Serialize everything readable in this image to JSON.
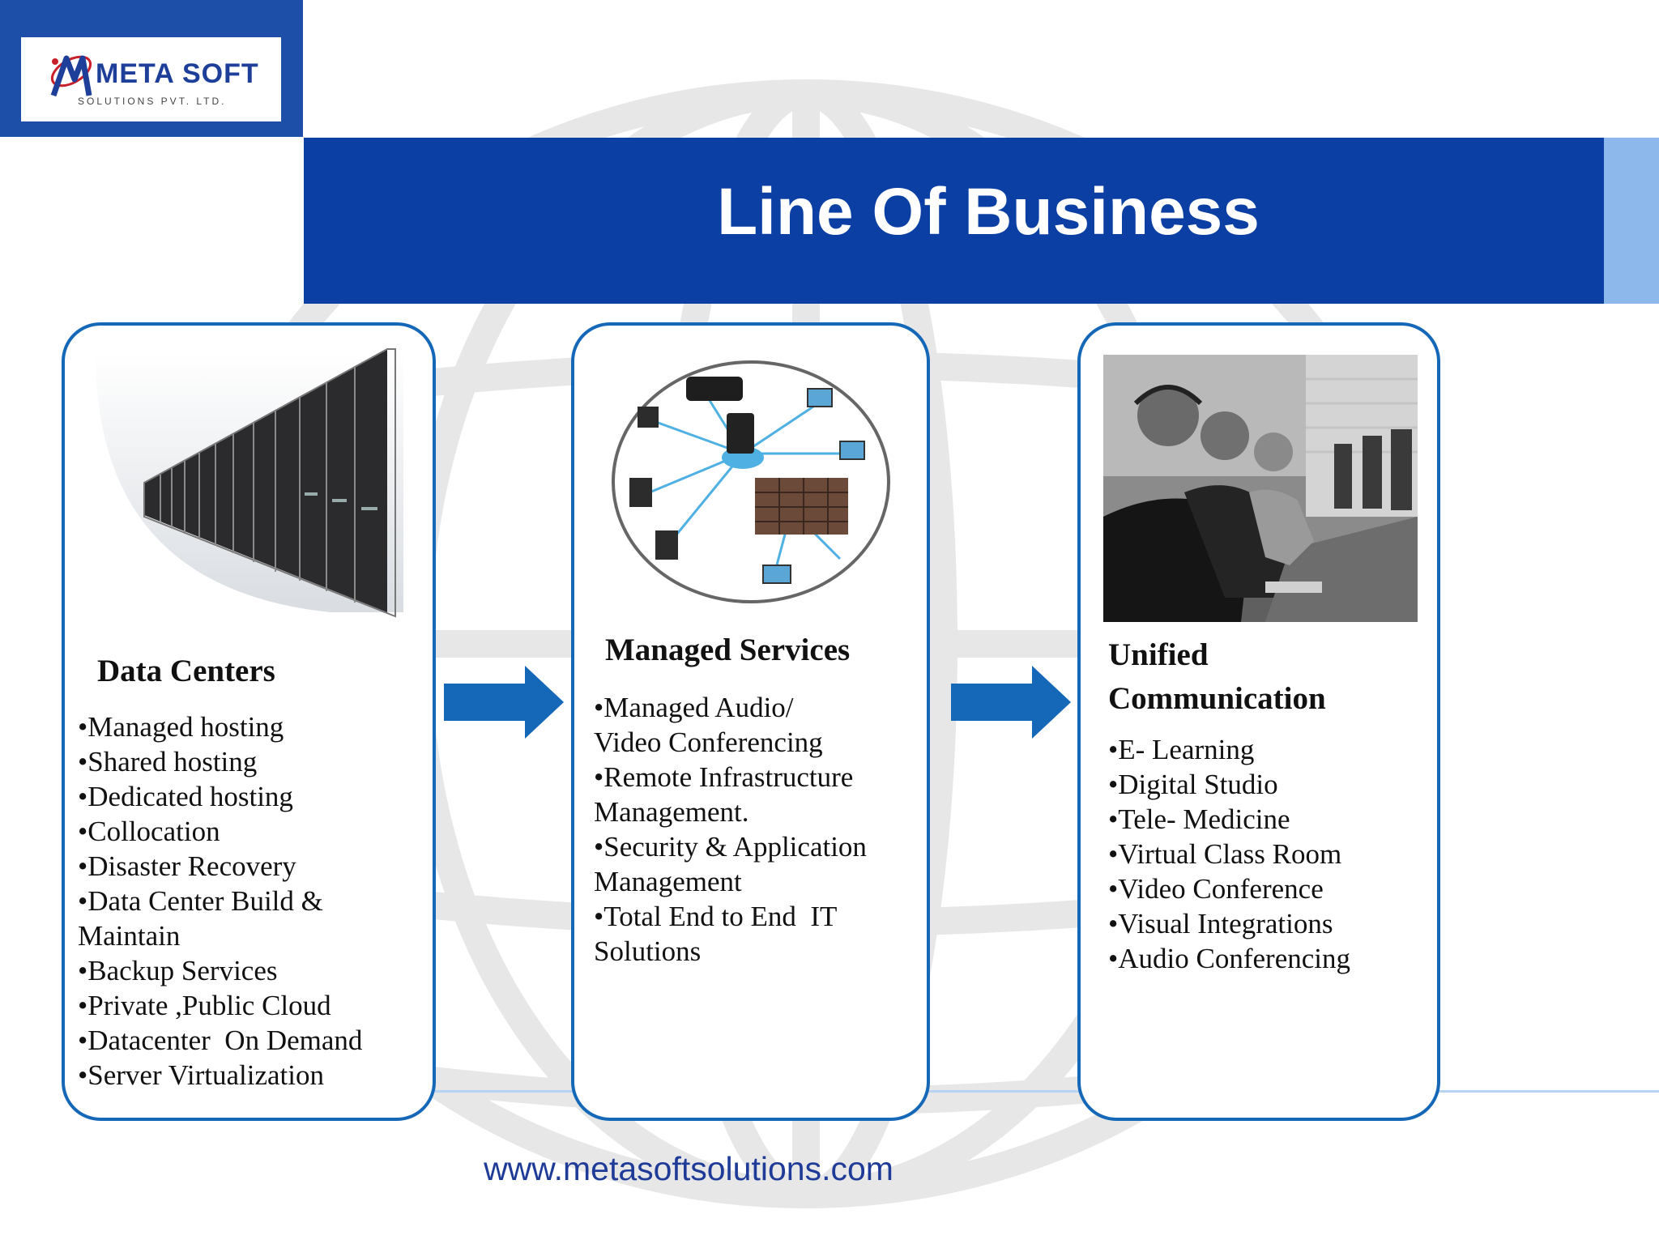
{
  "logo": {
    "name": "META SOFT",
    "subtitle": "SOLUTIONS PVT. LTD."
  },
  "header": {
    "title": "Line Of Business"
  },
  "cards": [
    {
      "title": "Data Centers",
      "image_icon": "server-rack-icon",
      "items": [
        "•Managed hosting",
        "•Shared hosting",
        "•Dedicated hosting",
        "•Collocation",
        "•Disaster Recovery",
        "•Data Center Build &",
        "Maintain",
        "•Backup Services",
        "•Private ,Public Cloud",
        "•Datacenter  On Demand",
        "•Server Virtualization"
      ]
    },
    {
      "title": "Managed Services",
      "image_icon": "network-diagram-icon",
      "items": [
        "•Managed Audio/",
        "Video Conferencing",
        "•Remote Infrastructure",
        "Management.",
        "•Security & Application",
        "Management",
        "•Total End to End  IT",
        "Solutions"
      ]
    },
    {
      "title_lines": [
        "Unified",
        "Communication"
      ],
      "image_icon": "call-center-photo-icon",
      "items": [
        "•E- Learning",
        "•Digital Studio",
        "•Tele- Medicine",
        "•Virtual Class Room",
        "•Video Conference",
        "•Visual Integrations",
        "•Audio Conferencing"
      ]
    }
  ],
  "footer": {
    "website": "www.metasoftsolutions.com"
  },
  "colors": {
    "banner": "#0b3fa3",
    "card_border": "#1567b8",
    "arrow": "#1567b8",
    "website": "#1f3b98"
  }
}
